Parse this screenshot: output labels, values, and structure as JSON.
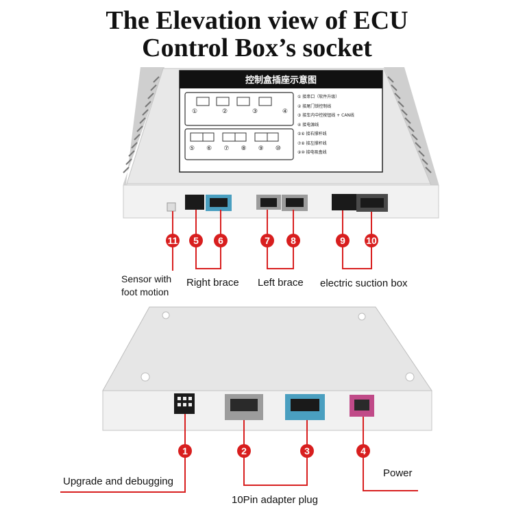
{
  "title": {
    "line1": "The Elevation view of ECU",
    "line2": "Control Box’s socket"
  },
  "top_box": {
    "panel_title": "控制盒插座示意图",
    "legend": [
      "① 接串口（软件升级）",
      "② 接尾门锁控制线",
      "③ 接车内中控按钮线 + CAN线",
      "④ 接电源线",
      "⑤⑥ 接右撑杆线",
      "⑦⑧ 接左撑杆线",
      "⑨⑩ 接电吸盒线"
    ],
    "diagram_numbers_top": [
      "①",
      "②",
      "③",
      "④"
    ],
    "diagram_numbers_bottom": [
      "⑤",
      "⑥",
      "⑦",
      "⑧",
      "⑨",
      "⑩"
    ]
  },
  "top_markers": [
    "11",
    "5",
    "6",
    "7",
    "8",
    "9",
    "10"
  ],
  "top_labels": {
    "sensor_line1": "Sensor with",
    "sensor_line2": "foot motion",
    "right_brace": "Right brace",
    "left_brace": "Left brace",
    "suction_box": "electric suction box"
  },
  "bottom_markers": [
    "1",
    "2",
    "3",
    "4"
  ],
  "bottom_labels": {
    "upgrade": "Upgrade and debugging",
    "adapter": "10Pin adapter plug",
    "power": "Power"
  },
  "colors": {
    "marker_red": "#d81e1e",
    "line_red": "#d81e1e",
    "teal_socket": "#4a9fc0",
    "gray_socket": "#9c9c9c",
    "pink_socket": "#c04a88",
    "black_socket": "#1a1a1a",
    "case": "#eeeeee"
  }
}
